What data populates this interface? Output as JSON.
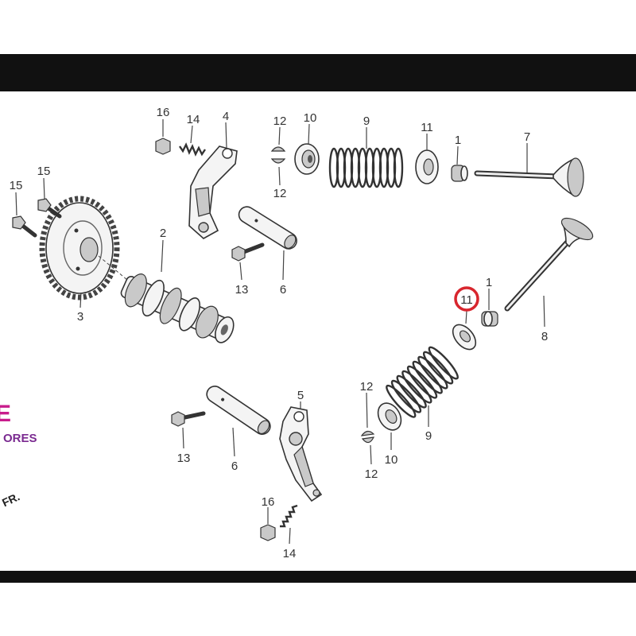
{
  "callouts": {
    "upper_nut": "16",
    "upper_stud": "14",
    "upper_rocker_arm": "4",
    "upper_keeper_top": "12",
    "upper_retainer": "10",
    "upper_spring": "9",
    "upper_seat": "11",
    "upper_seal": "1",
    "intake_valve": "7",
    "bolt_a": "15",
    "bolt_b": "15",
    "camshaft": "2",
    "upper_keeper_bottom": "12",
    "sprocket": "3",
    "upper_bolt": "13",
    "upper_rocker_shaft": "6",
    "lower_seal": "1",
    "lower_seat_highlighted": "11",
    "exhaust_valve": "8",
    "lower_keeper_top": "12",
    "lower_rocker_arm": "5",
    "lower_bolt": "13",
    "lower_rocker_shaft": "6",
    "lower_spring": "9",
    "lower_retainer": "10",
    "lower_keeper_bottom": "12",
    "lower_nut": "16",
    "lower_stud": "14"
  },
  "watermark": {
    "logo_letter": "E",
    "text": "ORES",
    "direction_mark": "FR."
  },
  "colors": {
    "highlight_ring": "#d8262e",
    "logo_magenta": "#c81c8c",
    "logo_purple": "#7a2a90",
    "frame_bar": "#111111"
  }
}
